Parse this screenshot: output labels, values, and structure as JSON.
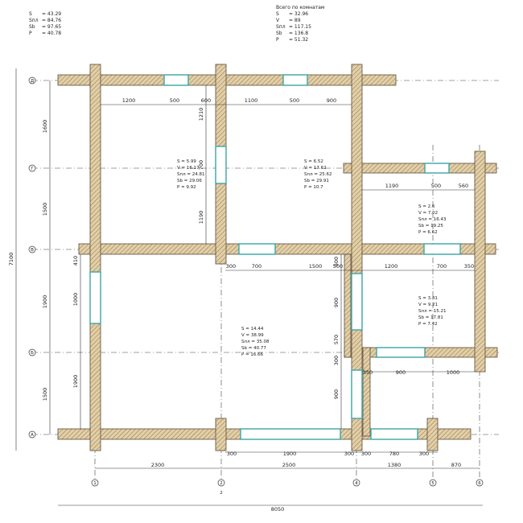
{
  "colors": {
    "wall_fill": "#e2cfa6",
    "wall_stroke": "#5a4a38",
    "hatch": "#8a7355",
    "window": "#3aa6a6",
    "line": "#333333"
  },
  "house_stats": [
    {
      "k": "S",
      "v": "= 43.29"
    },
    {
      "k": "Sпл",
      "v": "= 84.76"
    },
    {
      "k": "Sb",
      "v": "= 97.65"
    },
    {
      "k": "P",
      "v": "= 40.78"
    }
  ],
  "rooms_stats": {
    "header": "Всего по комнатам",
    "rows": [
      {
        "k": "S",
        "v": "= 32.96"
      },
      {
        "k": "V",
        "v": "= 89"
      },
      {
        "k": "Sпл",
        "v": "= 117.15"
      },
      {
        "k": "Sb",
        "v": "= 136.8"
      },
      {
        "k": "P",
        "v": "= 51.32"
      }
    ]
  },
  "axes": {
    "vertical": [
      "1",
      "2",
      "4",
      "5",
      "6"
    ],
    "horizontal": [
      "Д",
      "Г",
      "В",
      "Б",
      "А"
    ]
  },
  "dims": {
    "top_row1": [
      "1200",
      "500",
      "600",
      "1100",
      "500",
      "900"
    ],
    "right_row2": [
      "1190",
      "500",
      "560"
    ],
    "mid_row": [
      "300",
      "700",
      "1500",
      "500",
      "1200",
      "700",
      "350"
    ],
    "lower_right_row": [
      "350",
      "900",
      "1000"
    ],
    "bottom_row1": [
      "300",
      "1900",
      "300",
      "300",
      "780",
      "300"
    ],
    "bottom_row2": [
      "2300",
      "2500",
      "1380",
      "870"
    ],
    "total_width": "8050",
    "total_height": "7100",
    "left_outer": [
      "1600",
      "1500",
      "1900",
      "1500"
    ],
    "left_inner": [
      "410",
      "1000",
      "1900"
    ],
    "inner_v1": [
      "1210",
      "700",
      "1190"
    ],
    "inner_v2": [
      "500",
      "900",
      "570",
      "300",
      "900"
    ],
    "axis_note": "2"
  },
  "rooms": [
    {
      "S": "S   =  5.99",
      "V": "V   =  16.17",
      "Spl": "Sпл =  24.81",
      "Sb": "Sb  =  29.06",
      "P": "P   =  9.92"
    },
    {
      "S": "S   =  6.52",
      "V": "V   =  17.62",
      "Spl": "Sпл =  25.62",
      "Sb": "Sb  =  29.91",
      "P": "P   =  10.7"
    },
    {
      "S": "S   =  2.6",
      "V": "V   =  7.02",
      "Spl": "Sпл =  16.43",
      "Sb": "Sb  =  19.25",
      "P": "P   =  6.62"
    },
    {
      "S": "S   =  3.41",
      "V": "V   =  9.21",
      "Spl": "Sпл =  15.21",
      "Sb": "Sb  =  17.81",
      "P": "P   =  7.42"
    },
    {
      "S": "S   =  14.44",
      "V": "V   =  38.99",
      "Spl": "Sпл =  35.08",
      "Sb": "Sb  =  40.77",
      "P": "P   =  16.66"
    }
  ]
}
